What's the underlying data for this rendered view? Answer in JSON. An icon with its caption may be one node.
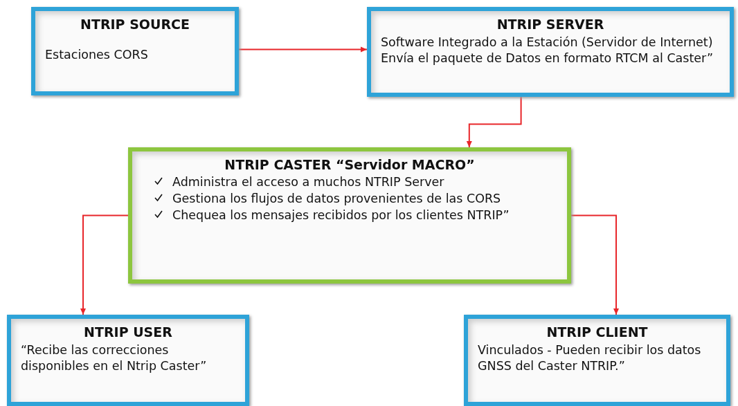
{
  "diagram": {
    "nodes": [
      {
        "text": [
          "NTRIP SOURCE",
          "Estaciones CORS"
        ]
      },
      {
        "text": [
          "NTRIP SERVER",
          "Software Integrado a la Estación (Servidor de Internet) Envía el paquete de Datos en formato RTCM al Caster”"
        ]
      },
      {
        "text": [
          "NTRIP CASTER “Servidor MACRO”",
          "Administra el acceso a muchos NTRIP Server",
          "Gestiona los flujos de datos provenientes de las CORS",
          "Chequea los mensajes recibidos por los clientes NTRIP”"
        ]
      },
      {
        "text": [
          "NTRIP USER",
          "“Recibe las correcciones disponibles en el Ntrip Caster”"
        ]
      },
      {
        "text": [
          "NTRIP CLIENT",
          "Vinculados - Pueden recibir los datos GNSS del Caster NTRIP.”"
        ]
      }
    ],
    "edges": [
      {
        "from": 0,
        "to": 1,
        "arrow": "to",
        "color": "#e8262a"
      },
      {
        "from": 1,
        "to": 2,
        "arrow": "to",
        "color": "#e8262a"
      },
      {
        "from": 2,
        "to": 3,
        "arrow": "to",
        "color": "#e8262a"
      },
      {
        "from": 2,
        "to": 4,
        "arrow": "to",
        "color": "#e8262a"
      }
    ]
  }
}
